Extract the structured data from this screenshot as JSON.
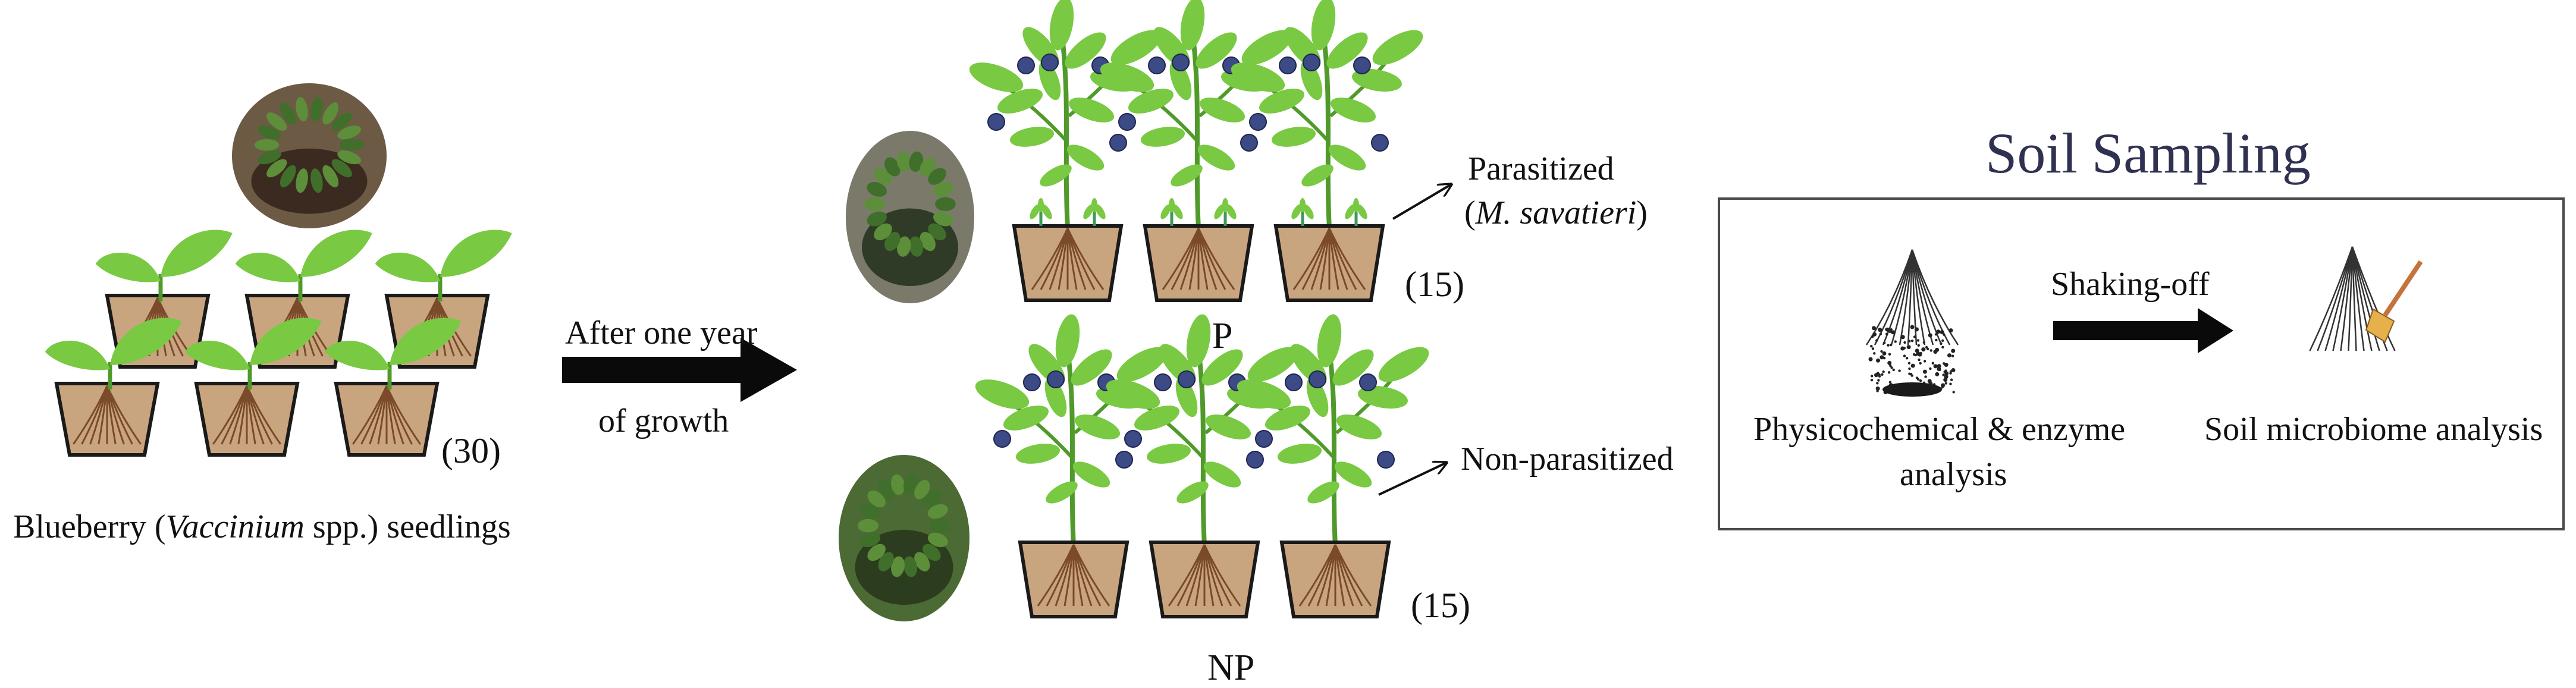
{
  "seedlings": {
    "caption_prefix": "Blueberry (",
    "caption_genus": "Vaccinium",
    "caption_suffix": " spp.) seedlings",
    "count": "(30)"
  },
  "main_arrow": {
    "line1": "After one year",
    "line2": "of growth"
  },
  "groups": {
    "parasitized": {
      "label": "Parasitized",
      "species_open": "(",
      "species": "M. savatieri",
      "species_close": ")",
      "count": "(15)",
      "code": "P"
    },
    "non_parasitized": {
      "label": "Non-parasitized",
      "count": "(15)",
      "code": "NP"
    }
  },
  "soil_sampling": {
    "title": "Soil Sampling",
    "arrow_label": "Shaking-off",
    "left_caption_line1": "Physicochemical & enzyme",
    "left_caption_line2": "analysis",
    "right_caption": "Soil microbiome analysis"
  },
  "colors": {
    "pot": "#c9a57f",
    "pot_outline": "#1a1a1a",
    "leaf": "#79c943",
    "leaf_dark": "#4f9a2a",
    "berry": "#3c4a86",
    "root": "#7a4a2a",
    "title": "#2f3151"
  }
}
